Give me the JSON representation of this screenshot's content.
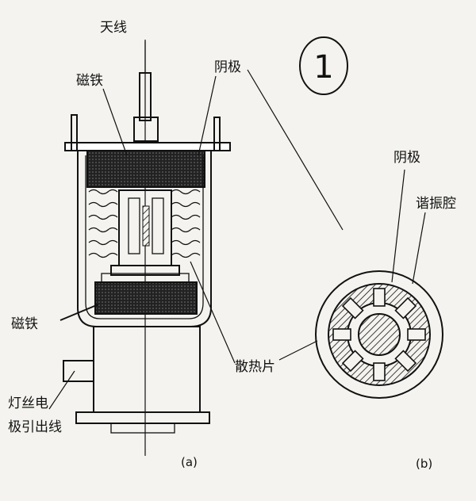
{
  "figure": {
    "number": "1",
    "panel_a": {
      "tag": "(a)",
      "labels": {
        "antenna": "天线",
        "magnet_top": "磁铁",
        "cathode": "阴极",
        "magnet_bottom": "磁铁",
        "heat_sink": "散热片",
        "filament_lead_line1": "灯丝电",
        "filament_lead_line2": "极引出线"
      }
    },
    "panel_b": {
      "tag": "(b)",
      "labels": {
        "cathode": "阴极",
        "resonant_cavity": "谐振腔"
      }
    }
  },
  "colors": {
    "ink": "#111111",
    "paper": "#f4f3ef"
  }
}
